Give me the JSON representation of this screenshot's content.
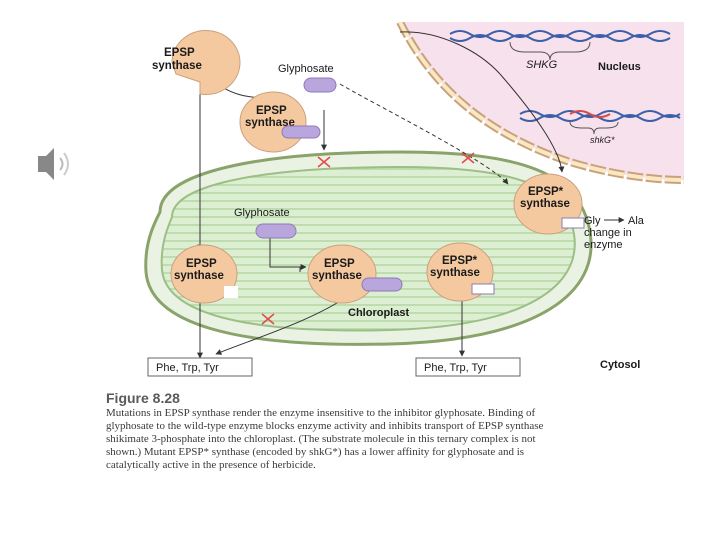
{
  "diagram": {
    "gene_label": "SHKG",
    "mutant_gene_label": "shkG*",
    "nucleus_label": "Nucleus",
    "chloroplast_label": "Chloroplast",
    "cytosol_label": "Cytosol",
    "enzyme_wt": {
      "line1": "EPSP",
      "line2": "synthase"
    },
    "enzyme_mut": {
      "line1": "EPSP*",
      "line2": "synthase"
    },
    "glyphosate_label": "Glyphosate",
    "products": "Phe, Trp, Tyr",
    "mutation_note": {
      "line1": "Gly",
      "arrow_to": "Ala",
      "line2": "change in",
      "line3": "enzyme"
    },
    "colors": {
      "enzyme": "#f5c9a0",
      "glyphosate": "#b9a6dc",
      "chloroplast": "#d7ebcc",
      "nucleus": "#f7e0ec",
      "inhibit": "#e04a4a"
    }
  },
  "caption": {
    "figure_label": "Figure 8.28",
    "text": "Mutations in EPSP synthase render the enzyme insensitive to the inhibitor glyphosate. Binding of glyphosate to the wild-type enzyme blocks enzyme activity and inhibits transport of EPSP synthase shikimate 3-phosphate into the chloroplast. (The substrate molecule in this ternary complex is not shown.) Mutant EPSP* synthase (encoded by shkG*) has a lower affinity for glyphosate and is catalytically active in the presence of herbicide."
  }
}
